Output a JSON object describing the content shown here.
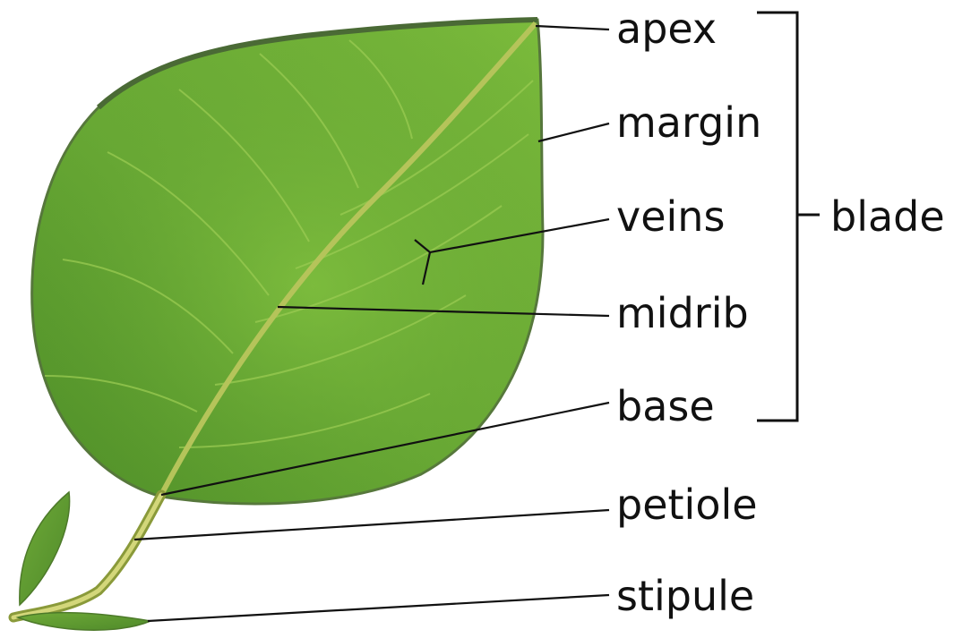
{
  "labels": {
    "apex": "apex",
    "margin": "margin",
    "veins": "veins",
    "midrib": "midrib",
    "base": "base",
    "petiole": "petiole",
    "stipule": "stipule",
    "blade": "blade"
  },
  "colors": {
    "leaf_dark": "#4f8a2a",
    "leaf_light": "#8cc63f",
    "leaf_edge": "#56763c",
    "midrib": "#b5c45a",
    "petiole": "#c9cf6a",
    "text": "#111111"
  }
}
